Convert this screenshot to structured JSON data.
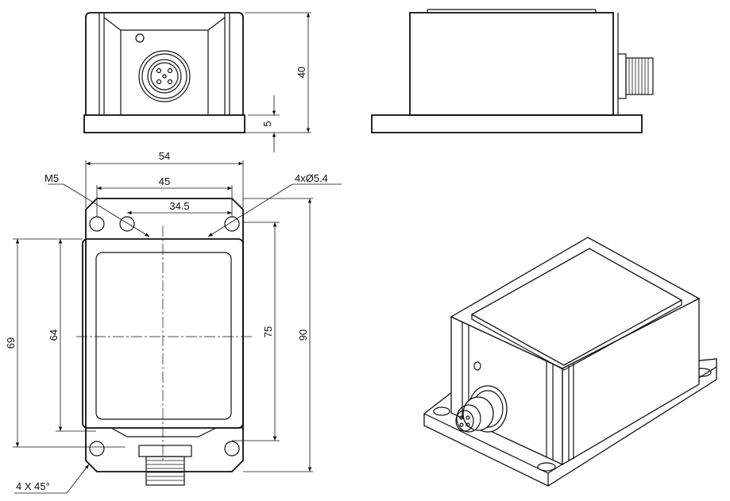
{
  "dimensions": {
    "height_40": "40",
    "base_5": "5",
    "width_54": "54",
    "hole_spacing_45": "45",
    "hole_spacing_34_5": "34.5",
    "thread_m5": "M5",
    "holes_4x_dia_5_4": "4xØ5.4",
    "height_69": "69",
    "height_64": "64",
    "height_75": "75",
    "height_90": "90",
    "chamfer_4x45": "4 X 45°"
  }
}
